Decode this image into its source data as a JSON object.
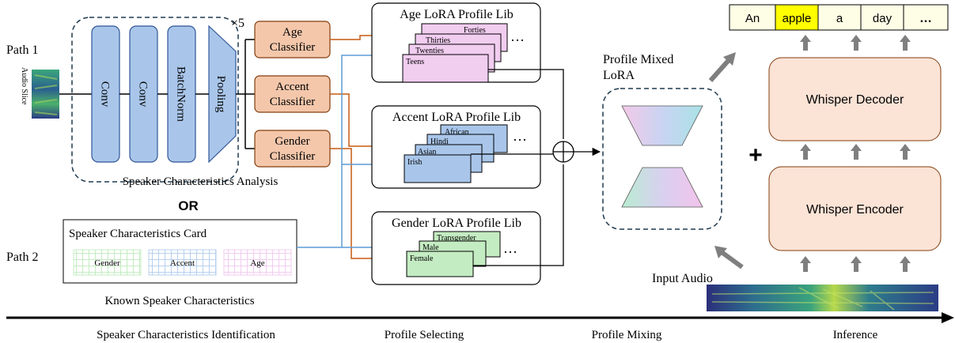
{
  "paths": {
    "path1": "Path 1",
    "path2": "Path 2"
  },
  "audio_slice_label": "Audio Slice",
  "analysis": {
    "repeat": "×5",
    "layers": [
      "Conv",
      "Conv",
      "BatchNorm",
      "Pooling"
    ],
    "caption": "Speaker Characteristics Analysis"
  },
  "classifiers": [
    {
      "line1": "Age",
      "line2": "Classifier"
    },
    {
      "line1": "Accent",
      "line2": "Classifier"
    },
    {
      "line1": "Gender",
      "line2": "Classifier"
    }
  ],
  "or_label": "OR",
  "card": {
    "title": "Speaker Characteristics Card",
    "items": [
      "Gender",
      "Accent",
      "Age"
    ],
    "caption": "Known Speaker Characteristics"
  },
  "libs": [
    {
      "title": "Age LoRA Profile Lib",
      "profiles": [
        "Forties",
        "Thirties",
        "Twenties",
        "Teens"
      ],
      "more": "…"
    },
    {
      "title": "Accent LoRA Profile Lib",
      "profiles": [
        "African",
        "Hindi",
        "Asian",
        "Irish"
      ],
      "more": "…"
    },
    {
      "title": "Gender LoRA Profile Lib",
      "profiles": [
        "Transgender",
        "Male",
        "Female"
      ],
      "more": "…"
    }
  ],
  "mixed": {
    "line1": "Profile Mixed",
    "line2": "LoRA"
  },
  "plus_sign": "+",
  "tokens": [
    "An",
    "apple",
    "a",
    "day",
    "…"
  ],
  "decoder_label": "Whisper Decoder",
  "encoder_label": "Whisper Encoder",
  "input_audio_label": "Input Audio",
  "stages": [
    "Speaker Characteristics Identification",
    "Profile Selecting",
    "Profile Mixing",
    "Inference"
  ],
  "colors": {
    "conv_fill": "#a9c6ea",
    "classifier_fill": "#f4c7ab",
    "age_fill": "#f1cdf0",
    "accent_fill": "#a9c6ea",
    "gender_fill": "#c4ecc2",
    "whisper_fill": "#fbe3d6",
    "token_fill": "#fefee6",
    "token_highlight": "#ffff00",
    "blue_line": "#5b9bd5",
    "orange_line": "#c55a11",
    "arrow_gray": "#7f7f7f"
  }
}
